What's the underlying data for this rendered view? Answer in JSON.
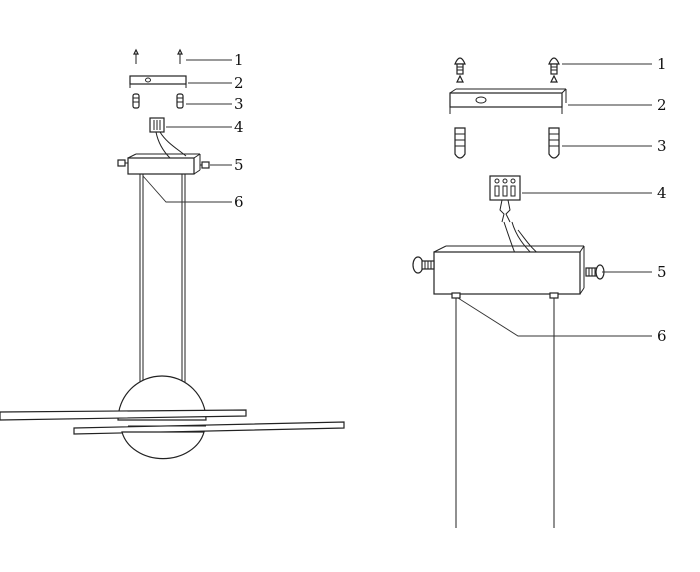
{
  "figure": {
    "line_color": "#222222",
    "background": "#ffffff"
  },
  "left_view": {
    "callouts": [
      {
        "label": "1",
        "part": "screw"
      },
      {
        "label": "2",
        "part": "mounting-bracket"
      },
      {
        "label": "3",
        "part": "wall-plug"
      },
      {
        "label": "4",
        "part": "terminal-block"
      },
      {
        "label": "5",
        "part": "side-screw"
      },
      {
        "label": "6",
        "part": "cable-gripper"
      }
    ]
  },
  "right_view": {
    "callouts": [
      {
        "label": "1",
        "part": "screw"
      },
      {
        "label": "2",
        "part": "mounting-bracket"
      },
      {
        "label": "3",
        "part": "wall-plug"
      },
      {
        "label": "4",
        "part": "terminal-block"
      },
      {
        "label": "5",
        "part": "side-screw"
      },
      {
        "label": "6",
        "part": "cable-gripper"
      }
    ]
  }
}
